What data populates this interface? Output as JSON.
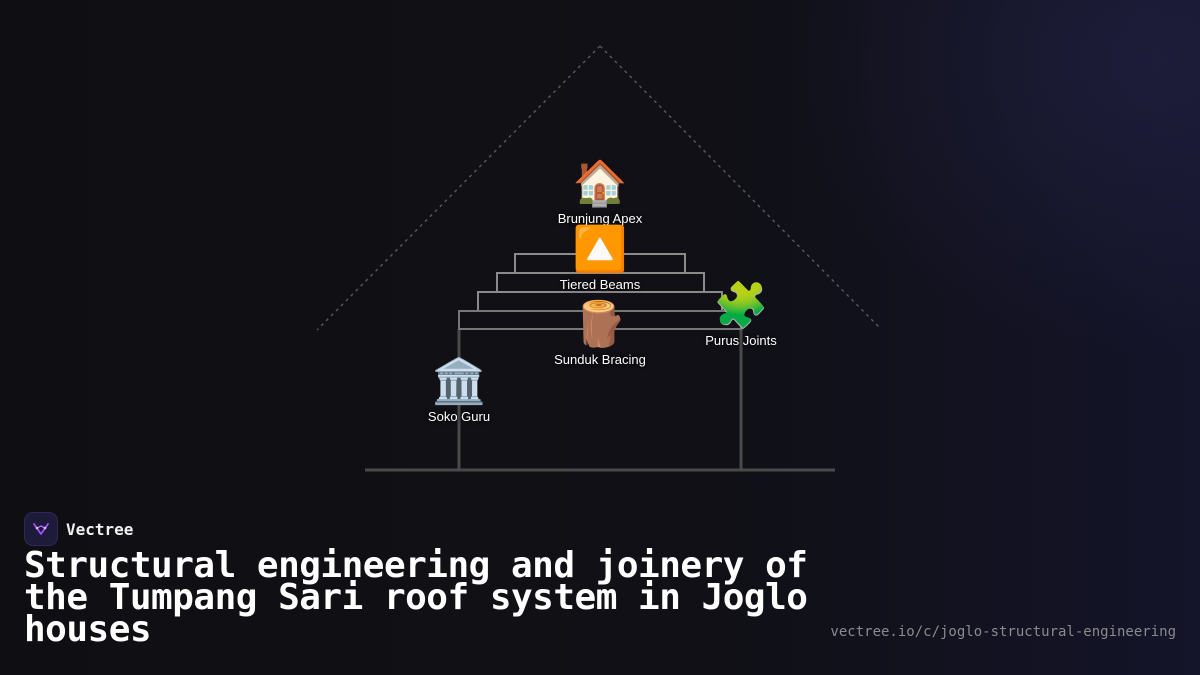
{
  "brand": {
    "name": "Vectree"
  },
  "title": "Structural engineering and joinery of the Tumpang Sari roof system in Joglo houses",
  "url": "vectree.io/c/joglo-structural-engineering",
  "diagram": {
    "nodes": [
      {
        "id": "brunjung",
        "emoji": "🏠",
        "label": "Brunjung Apex",
        "icon": "house-icon"
      },
      {
        "id": "tiered",
        "emoji": "🔼",
        "label": "Tiered Beams",
        "icon": "up-triangle-icon"
      },
      {
        "id": "sunduk",
        "emoji": "🪵",
        "label": "Sunduk Bracing",
        "icon": "wood-log-icon"
      },
      {
        "id": "purus",
        "emoji": "🧩",
        "label": "Purus Joints",
        "icon": "puzzle-piece-icon"
      },
      {
        "id": "soko",
        "emoji": "🏛️",
        "label": "Soko Guru",
        "icon": "classical-building-icon"
      }
    ],
    "colors": {
      "frame": "#8a8a8a",
      "roof_outline": "#55555a",
      "ground": "#4a4a4a"
    }
  }
}
